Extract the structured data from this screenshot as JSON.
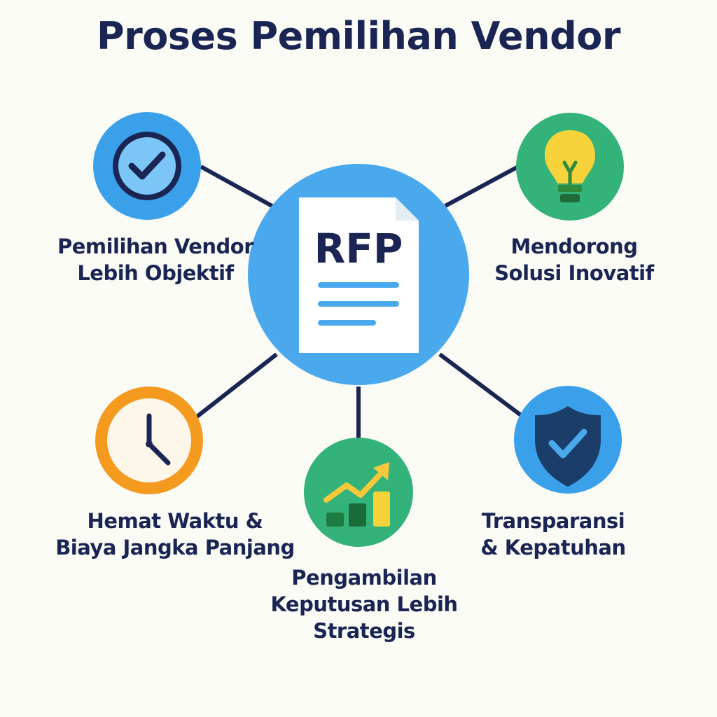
{
  "title": "Proses Pemilihan Vendor",
  "center": {
    "label": "RFP",
    "icon": "rfp-document-icon"
  },
  "benefits": [
    {
      "lines": [
        "Pemilihan Vendor",
        "Lebih Objektif"
      ],
      "icon": "check-circle-icon",
      "color": "#3aa0ea"
    },
    {
      "lines": [
        "Mendorong",
        "Solusi Inovatif"
      ],
      "icon": "lightbulb-icon",
      "color": "#33b27a"
    },
    {
      "lines": [
        "Hemat Waktu &",
        "Biaya Jangka Panjang"
      ],
      "icon": "clock-icon",
      "color": "#f39a1f"
    },
    {
      "lines": [
        "Pengambilan",
        "Keputusan Lebih",
        "Strategis"
      ],
      "icon": "growth-chart-icon",
      "color": "#33b27a"
    },
    {
      "lines": [
        "Transparansi",
        "& Kepatuhan"
      ],
      "icon": "shield-check-icon",
      "color": "#3aa0ea"
    }
  ],
  "colors": {
    "navy": "#1a2553",
    "center_blue": "#4aa8ec",
    "green": "#33b27a",
    "orange": "#f39a1f",
    "yellow": "#f6d33a"
  }
}
